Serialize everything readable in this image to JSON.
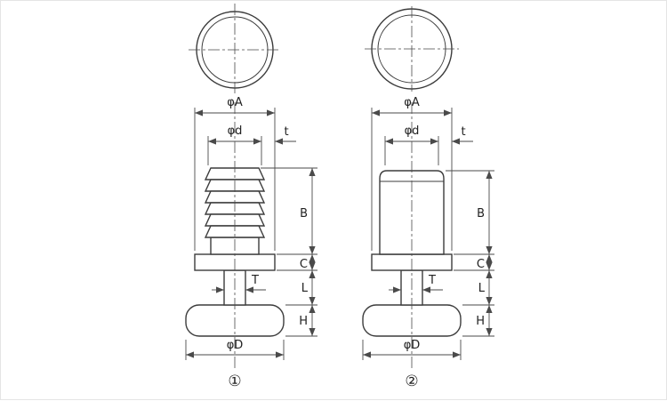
{
  "sheet": {
    "background": "#ffffff",
    "line_color": "#3c3c3c",
    "description": "Technical dimension drawing of two round-tube insert glides: ribbed insert and smooth insert, top view and front view"
  },
  "figures": [
    {
      "caption": "①",
      "style": "ribbed-insert"
    },
    {
      "caption": "②",
      "style": "smooth-insert"
    }
  ],
  "labels": {
    "phi_A": "φA",
    "phi_d": "φd",
    "t": "t",
    "B": "B",
    "C": "C",
    "L": "L",
    "H": "H",
    "T": "T",
    "phi_D": "φD"
  }
}
